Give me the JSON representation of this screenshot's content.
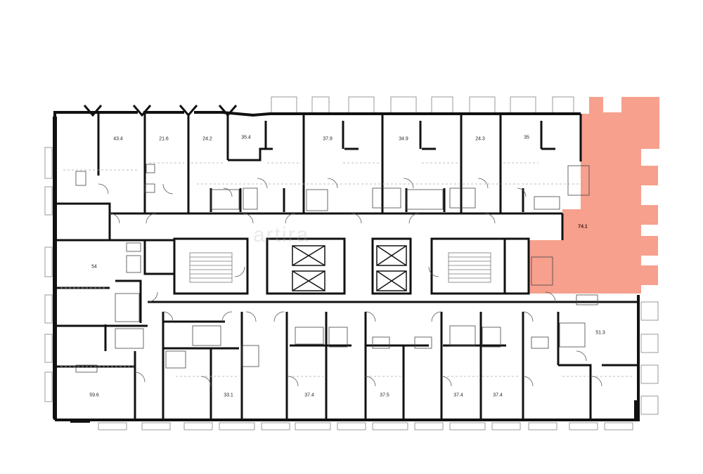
{
  "plan": {
    "highlight_color": "#f6a08d",
    "wall_color": "#111111",
    "watermark": "artira",
    "apartments": [
      {
        "id": "a1",
        "area": "43.4"
      },
      {
        "id": "a2",
        "area": "21.6"
      },
      {
        "id": "a3",
        "area": "24.2"
      },
      {
        "id": "a4",
        "area": "35.4"
      },
      {
        "id": "a5",
        "area": "37.9"
      },
      {
        "id": "a6",
        "area": "34.9"
      },
      {
        "id": "a7",
        "area": "24.3"
      },
      {
        "id": "a8",
        "area": "35"
      },
      {
        "id": "a9",
        "area": "74.1",
        "highlighted": true
      },
      {
        "id": "a10",
        "area": "54"
      },
      {
        "id": "a11",
        "area": "51.3"
      },
      {
        "id": "a12",
        "area": "59.6"
      },
      {
        "id": "a13",
        "area": "33.1"
      },
      {
        "id": "a14",
        "area": "37.4"
      },
      {
        "id": "a15",
        "area": "37.5"
      },
      {
        "id": "a16",
        "area": "37.4"
      },
      {
        "id": "a17",
        "area": "37.4"
      }
    ]
  }
}
